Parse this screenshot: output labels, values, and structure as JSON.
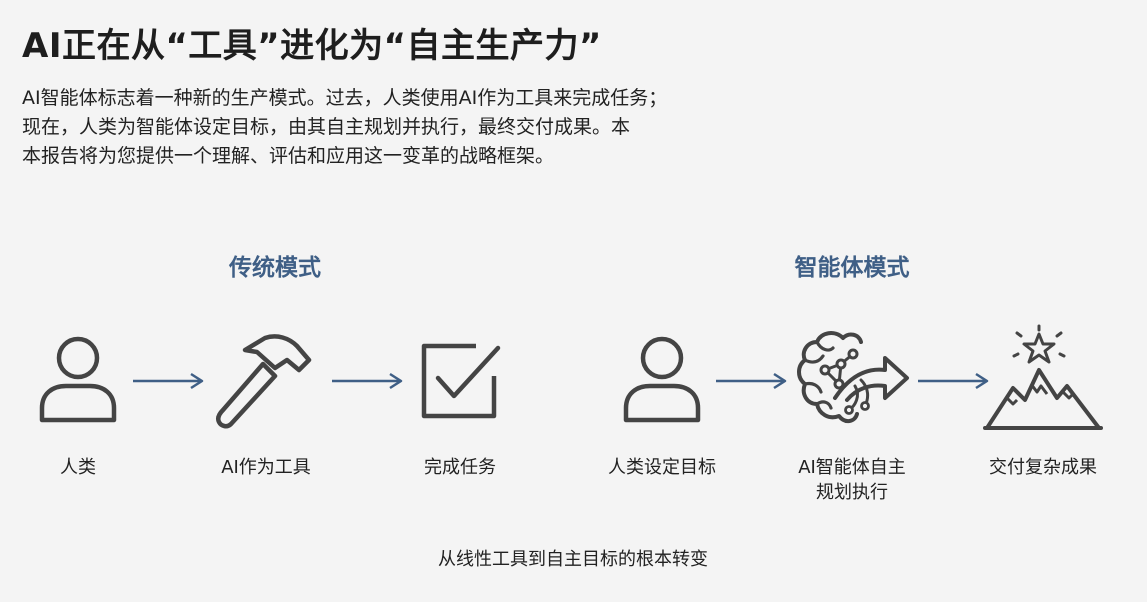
{
  "title": "AI正在从“工具”进化为“自主生产力”",
  "intro": {
    "lines": [
      "AI智能体标志着一种新的生产模式。过去，人类使用AI作为工具来完成任务；",
      "现在，人类为智能体设定目标，由其自主规划并执行，最终交付成果。本",
      "本报告将为您提供一个理解、评估和应用这一变革的战略框架。"
    ]
  },
  "traditional": {
    "heading": "传统模式",
    "nodes": [
      {
        "label": "人类",
        "icon": "person-icon"
      },
      {
        "label": "AI作为工具",
        "icon": "hammer-icon"
      },
      {
        "label": "完成任务",
        "icon": "checkbox-icon"
      }
    ]
  },
  "agent": {
    "heading": "智能体模式",
    "nodes": [
      {
        "label": "人类设定目标",
        "icon": "person-icon"
      },
      {
        "label_lines": [
          "AI智能体自主",
          "规划执行"
        ],
        "icon": "brain-arrow-icon"
      },
      {
        "label": "交付复杂成果",
        "icon": "mountain-peak-icon"
      }
    ]
  },
  "caption": "从线性工具到自主目标的根本转变",
  "colors": {
    "heading": "#3f5f86",
    "arrow": "#3f5f86",
    "icon_stroke": "#444444",
    "background": "#f4f4f4"
  }
}
